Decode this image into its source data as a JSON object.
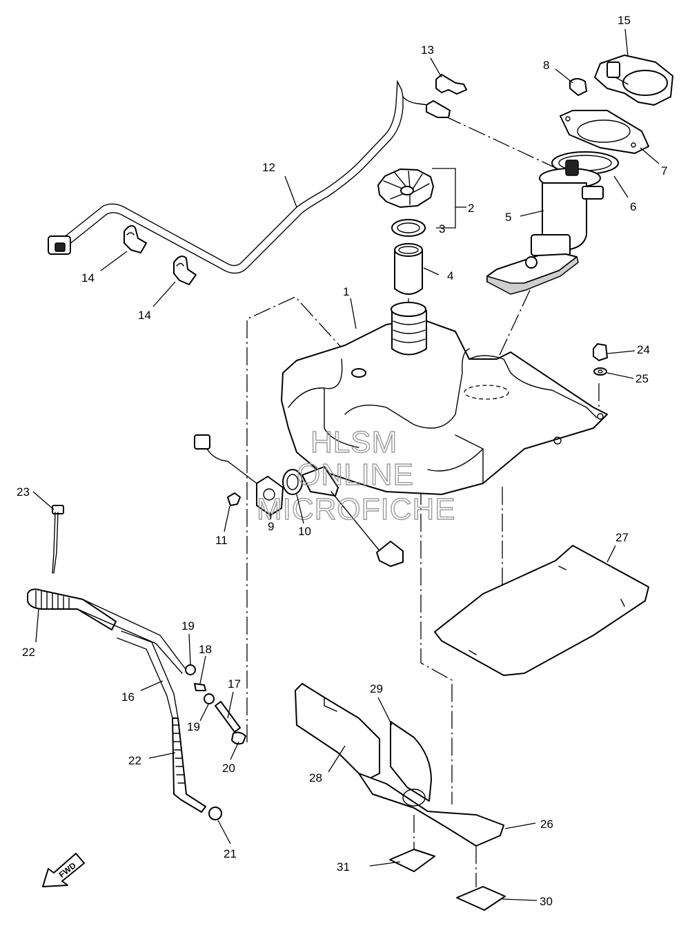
{
  "watermark": {
    "line1": "HLSM",
    "line2": "ONLINE",
    "line3": "MICROFICHE"
  },
  "direction_marker": "FWD",
  "callouts": {
    "c1": "1",
    "c2": "2",
    "c3": "3",
    "c4": "4",
    "c5": "5",
    "c6": "6",
    "c7": "7",
    "c8": "8",
    "c9": "9",
    "c10": "10",
    "c11": "11",
    "c12": "12",
    "c13": "13",
    "c14a": "14",
    "c14b": "14",
    "c15": "15",
    "c16": "16",
    "c17": "17",
    "c18": "18",
    "c19a": "19",
    "c19b": "19",
    "c20": "20",
    "c21": "21",
    "c22a": "22",
    "c22b": "22",
    "c23": "23",
    "c24": "24",
    "c25": "25",
    "c26": "26",
    "c27": "27",
    "c28": "28",
    "c29": "29",
    "c30": "30",
    "c31": "31"
  }
}
